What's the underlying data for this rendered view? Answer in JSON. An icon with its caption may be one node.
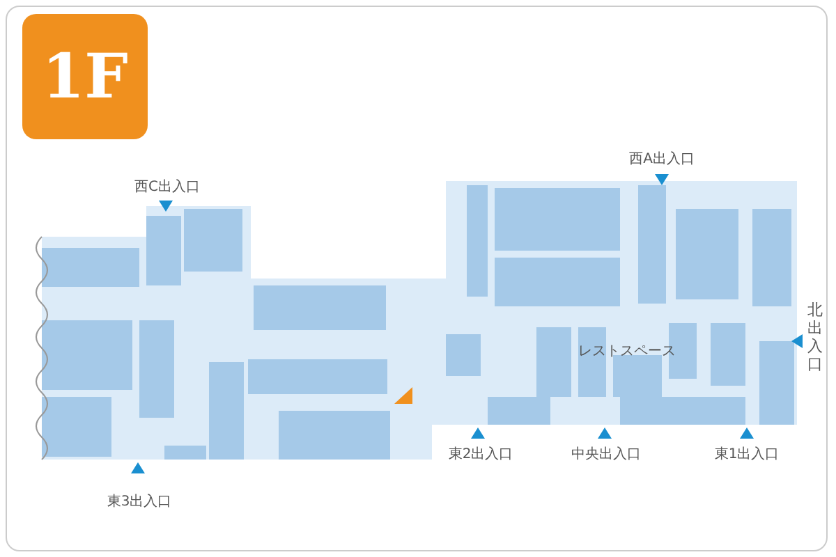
{
  "diagram": {
    "labels": [
      "1F",
      "西C出入口",
      "西A出入口",
      "北出入口",
      "レストスペース",
      "東3出入口",
      "東2出入口",
      "中央出入口",
      "東1出入口"
    ]
  }
}
